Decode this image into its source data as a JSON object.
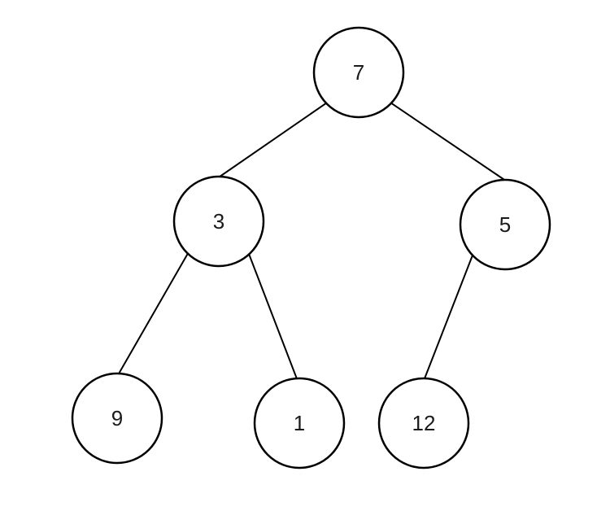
{
  "diagram": {
    "type": "binary-tree",
    "background_color": "#ffffff",
    "stroke_color": "#000000",
    "nodes": [
      {
        "id": "root",
        "label": "7"
      },
      {
        "id": "left",
        "label": "3"
      },
      {
        "id": "right",
        "label": "5"
      },
      {
        "id": "left-left",
        "label": "9"
      },
      {
        "id": "left-right",
        "label": "1"
      },
      {
        "id": "right-left",
        "label": "12"
      }
    ],
    "edges": [
      {
        "from": "7",
        "to": "3"
      },
      {
        "from": "7",
        "to": "5"
      },
      {
        "from": "3",
        "to": "9"
      },
      {
        "from": "3",
        "to": "1"
      },
      {
        "from": "5",
        "to": "12"
      }
    ]
  }
}
